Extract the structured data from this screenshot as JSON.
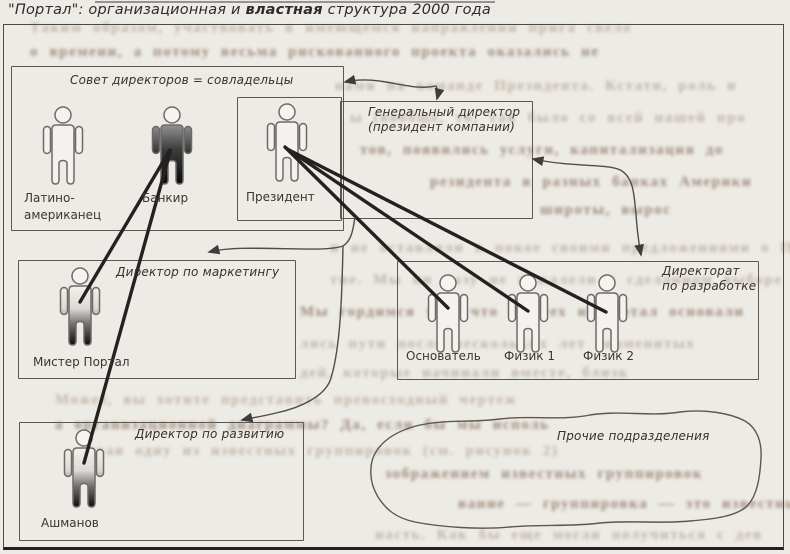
{
  "title": {
    "pre": "\"Портал\": организационная и ",
    "bold": "властная",
    "post": " структура 2000 года"
  },
  "boxes": {
    "board": {
      "label": "Совет директоров = совладельцы"
    },
    "ceo": {
      "label_line1": "Генеральный директор",
      "label_line2": "(президент компании)"
    },
    "marketing": {
      "label": "Директор по маркетингу"
    },
    "development": {
      "label": "Директор по развитию"
    },
    "rnd": {
      "label_line1": "Директорат",
      "label_line2": "по разработке"
    },
    "other": {
      "label": "Прочие подразделения"
    }
  },
  "figures": {
    "latino": {
      "label_line1": "Латино-",
      "label_line2": "американец"
    },
    "banker": {
      "label": "Банкир"
    },
    "president": {
      "label": "Президент"
    },
    "mister": {
      "label": "Мистер Портал"
    },
    "ashmanov": {
      "label": "Ашманов"
    },
    "founder": {
      "label": "Основатель"
    },
    "phys1": {
      "label": "Физик 1"
    },
    "phys2": {
      "label": "Физик 2"
    }
  },
  "colors": {
    "background": "#edebe5",
    "box_border": "#5b5751",
    "thick_power_line": "#222222",
    "thin_arrow_line": "#4f4f4f",
    "ghost_text": "#ad998a"
  },
  "bleed": {
    "lines": [
      "Таким образом, участвовать в имеющемся направлении прига свело",
      "о времени, а потому весьма рискованного проекта оказались не",
      "нами на команде Президента. Кстати, роль и",
      "ы (вообще, то, так было со всей нашей про",
      "тов, появились услуги, капитализация до",
      "резидента в разных банках Америки",
      "широты, вырос",
      "и не оставляли в покое своими предложениями о Пор",
      "тие. Мы ни разу не пожалели о сделанном выборе",
      "Мы гордимся тем, что Физтех и Портал основали",
      "лись пути после нескольких лет знаменитых",
      "дей, которые начинали вместе, близк",
      "Может, вы хотите представить превосходный чертеж",
      "а организационной диаграммы? Да, если бы мы исполь",
      "зовав одну из известных группировок (см. рисунок 2)",
      "зображением известных группировок",
      "вание — группировка — это известный термин; точнее",
      "насть. Как бы еще могли получиться с дев"
    ]
  }
}
